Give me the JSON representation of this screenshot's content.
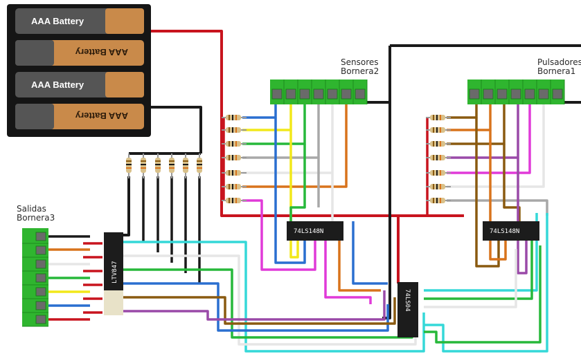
{
  "battery_pack": {
    "cells": [
      {
        "label": "AAA Battery",
        "orientation": "normal"
      },
      {
        "label": "AAA Battery",
        "orientation": "flipped"
      },
      {
        "label": "AAA Battery",
        "orientation": "normal"
      },
      {
        "label": "AAA Battery",
        "orientation": "flipped"
      }
    ]
  },
  "terminal_blocks": {
    "sensores": {
      "line1": "Sensores",
      "line2": "Bornera2"
    },
    "pulsadores": {
      "line1": "Pulsadores",
      "line2": "Bornera1"
    },
    "salidas": {
      "line1": "Salidas",
      "line2": "Bornera3"
    }
  },
  "chips": {
    "encoder_left": "74LS148N",
    "encoder_right": "74LS148N",
    "optocoupler": "LTV847",
    "inverter": "74LS04"
  },
  "colors": {
    "red": "#c8141e",
    "black": "#1a1a1a",
    "blue": "#2a6fd0",
    "yellow": "#f2e81a",
    "green": "#27b83a",
    "gray": "#a8a8a8",
    "orange": "#d8731c",
    "magenta": "#e03ad8",
    "brown": "#8a5a10",
    "white": "#e6e6e6",
    "cyan": "#35d8d8",
    "purple": "#9a4aa8",
    "terminal_green": "#2fb52f",
    "chip_body": "#1c1c1c"
  }
}
